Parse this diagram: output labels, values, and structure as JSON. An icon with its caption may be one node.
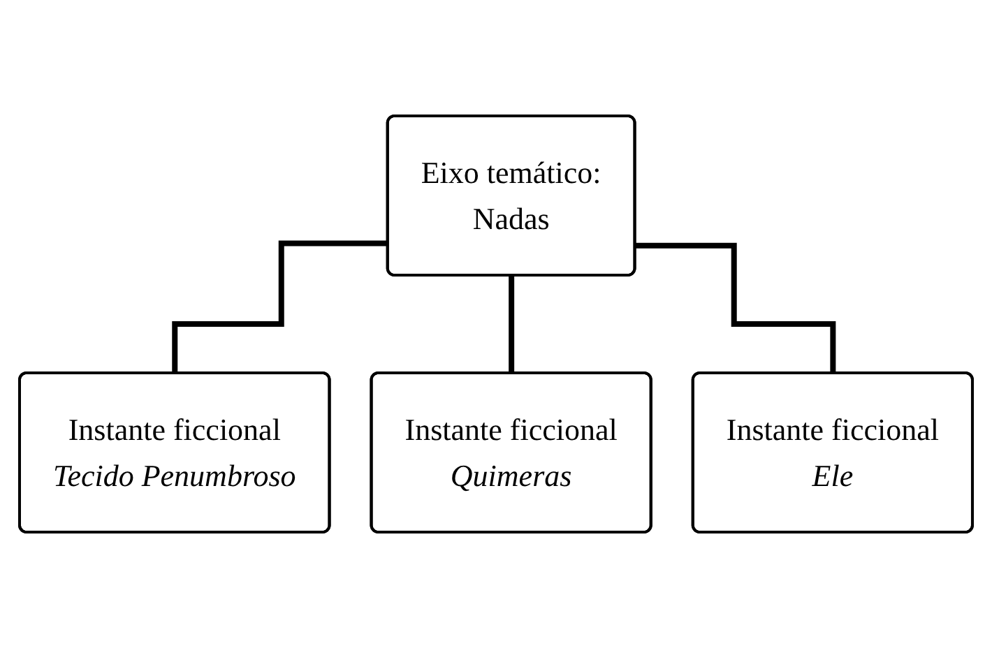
{
  "diagram": {
    "nodes": [
      {
        "text": [
          "Eixo temático:",
          "Nadas"
        ]
      },
      {
        "text": [
          "Instante ficcional",
          "Tecido Penumbroso"
        ]
      },
      {
        "text": [
          "Instante ficcional",
          "Quimeras"
        ]
      },
      {
        "text": [
          "Instante ficcional",
          "Ele"
        ]
      }
    ],
    "edges": [
      {
        "from": 0,
        "to": 1,
        "arrow": "none"
      },
      {
        "from": 0,
        "to": 2,
        "arrow": "none"
      },
      {
        "from": 0,
        "to": 3,
        "arrow": "none"
      }
    ]
  }
}
